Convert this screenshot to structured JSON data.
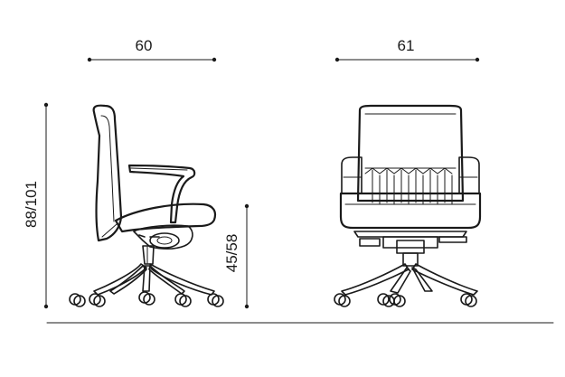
{
  "dimensions": {
    "side_depth": "60",
    "front_width": "61",
    "overall_height": "88/101",
    "seat_height": "45/58"
  },
  "colors": {
    "line": "#1a1a1a",
    "background": "#ffffff",
    "chair_fill": "#ffffff"
  }
}
